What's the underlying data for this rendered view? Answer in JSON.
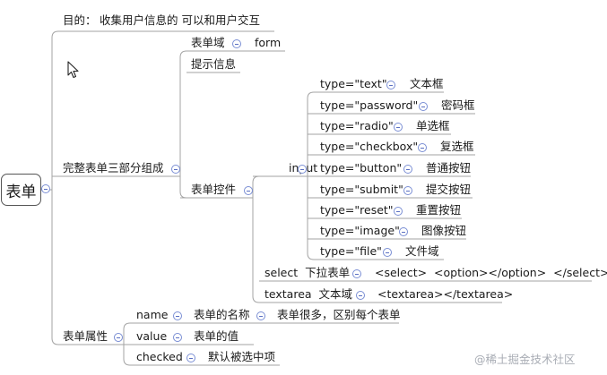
{
  "root": "表单",
  "goal": {
    "label": "目的：",
    "text": "收集用户信息的 可以和用户交互"
  },
  "parts": {
    "label": "完整表单三部分组成",
    "domain": {
      "label": "表单域",
      "tag": "form"
    },
    "hint": {
      "label": "提示信息"
    },
    "controls": {
      "label": "表单控件",
      "input": {
        "label": "input",
        "types": [
          {
            "type": "type=\"text\"",
            "name": "文本框"
          },
          {
            "type": "type=\"password\"",
            "name": "密码框"
          },
          {
            "type": "type=\"radio\"",
            "name": "单选框"
          },
          {
            "type": "type=\"checkbox\"",
            "name": "复选框"
          },
          {
            "type": "type=\"button\"",
            "name": "普通按钮"
          },
          {
            "type": "type=\"submit\"",
            "name": "提交按钮"
          },
          {
            "type": "type=\"reset\"",
            "name": "重置按钮"
          },
          {
            "type": "type=\"image\"",
            "name": "图像按钮"
          },
          {
            "type": "type=\"file\"",
            "name": "文件域"
          }
        ]
      },
      "select": {
        "label": "select  下拉表单",
        "code": "<select>  <option></option>  </select>"
      },
      "textarea": {
        "label": "textarea  文本域",
        "code": "<textarea></textarea>"
      }
    }
  },
  "attrs": {
    "label": "表单属性",
    "items": [
      {
        "name": "name",
        "desc": "表单的名称",
        "extra": "表单很多，区别每个表单"
      },
      {
        "name": "value",
        "desc": "表单的值"
      },
      {
        "name": "checked",
        "desc": "默认被选中项"
      }
    ]
  },
  "watermark": "@稀土掘金技术社区",
  "colors": {
    "line": "#a3a3a3",
    "toggle": "#7a8ed4",
    "watermark": "#a9adb5"
  }
}
